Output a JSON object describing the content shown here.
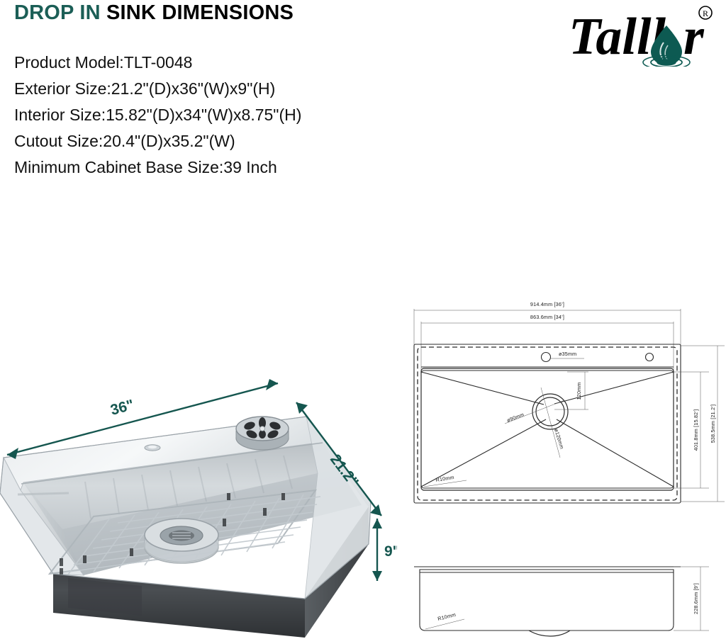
{
  "header": {
    "title_highlight": "DROP IN ",
    "title_rest": "SINK DIMENSIONS",
    "title_highlight_color": "#1b5e56",
    "title_rest_color": "#000000",
    "specs": [
      "Product Model:TLT-0048",
      "Exterior Size:21.2\"(D)x36\"(W)x9\"(H)",
      "Interior Size:15.82\"(D)x34\"(W)x8.75\"(H)",
      "Cutout Size:20.4\"(D)x35.2\"(W)",
      "Minimum Cabinet Base Size:39 Inch"
    ]
  },
  "logo": {
    "wordmark": "Talllor",
    "registered_mark": "®",
    "droplet_color": "#0d5a52",
    "text_color": "#000000"
  },
  "product_illustration": {
    "name": "drop-in stainless steel kitchen sink with bottom grid and strainer",
    "callouts": [
      {
        "id": "width",
        "label": "36\"",
        "color": "#15564f"
      },
      {
        "id": "depth",
        "label": "21.2\"",
        "color": "#15564f"
      },
      {
        "id": "height",
        "label": "9\"",
        "color": "#15564f"
      }
    ]
  },
  "top_view": {
    "title": "top-view-drawing",
    "dimensions": {
      "overall_width": "914.4mm [36’]",
      "basin_width": "863.6mm [34’]",
      "basin_depth": "401.8mm [15.82’]",
      "overall_depth": "538.5mm [21.2’]",
      "faucet_hole": "ø35mm",
      "drain_inner": "ø90mm",
      "drain_outer": "ø120mm",
      "drain_offset": "120mm",
      "corner_radius": "R10mm"
    }
  },
  "side_view": {
    "title": "side-view-drawing",
    "dimensions": {
      "height": "228.6mm [9’]",
      "corner_radius": "R10mm"
    }
  }
}
